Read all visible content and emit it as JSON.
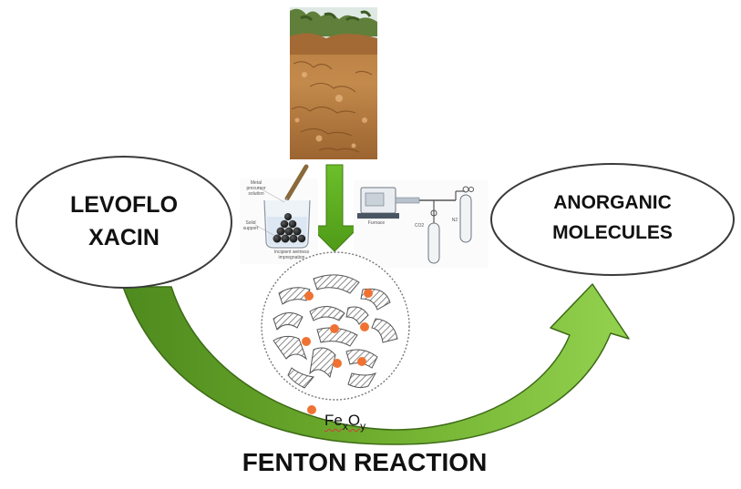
{
  "diagram": {
    "left_node": {
      "label": "LEVOFLO\nXACIN"
    },
    "right_node": {
      "label": "ANORGANIC\nMOLECULES"
    },
    "bottom_title": "FENTON REACTION",
    "legend": {
      "base": "Fe",
      "sub1": "x",
      "mid": "O",
      "sub2": "y"
    },
    "impregnation_labels": {
      "precursor": "Metal precursor solution",
      "support": "Solid support",
      "method": "Incipient wetness impregnation"
    },
    "furnace_labels": {
      "furnace": "Furnace",
      "gas1": "CO2",
      "gas2": "N2"
    }
  },
  "colors": {
    "arrow_green_dark": "#4f8a1f",
    "arrow_green_light": "#92d050",
    "down_arrow_green": "#5aa61e",
    "particle_orange": "#f07232",
    "ellipse_stroke": "#3a3a3a"
  }
}
